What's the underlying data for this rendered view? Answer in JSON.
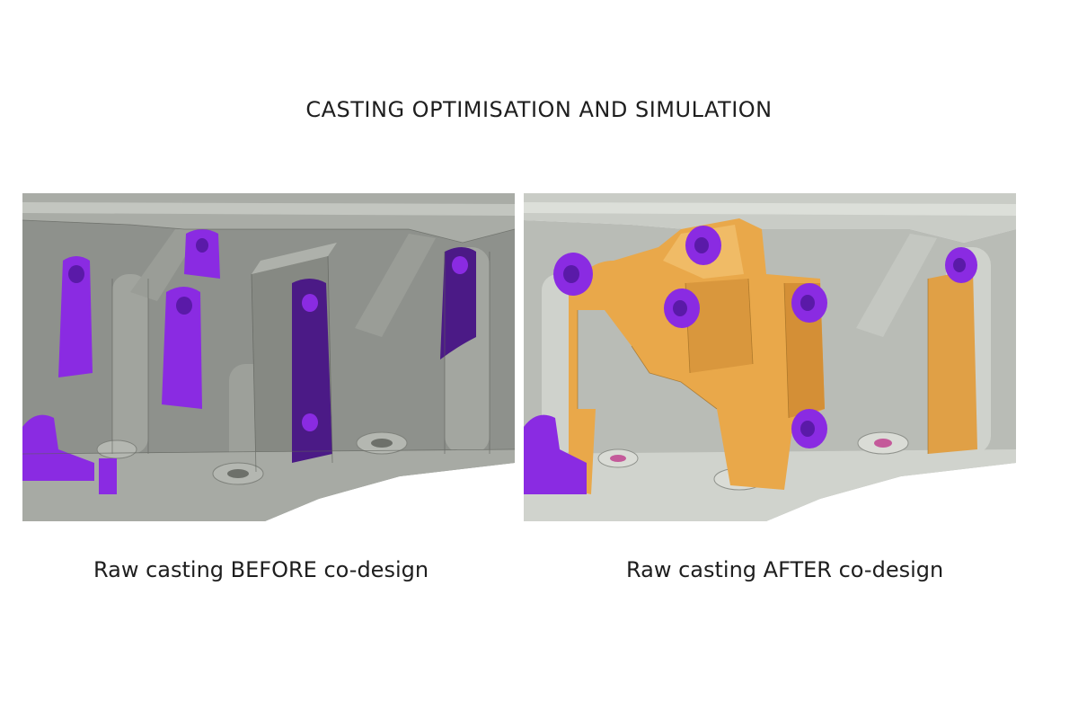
{
  "page": {
    "title": "CASTING OPTIMISATION AND SIMULATION"
  },
  "panels": [
    {
      "caption": "Raw casting BEFORE co-design"
    },
    {
      "caption": "Raw casting AFTER co-design"
    }
  ],
  "colors": {
    "casting_body": "#8e918c",
    "casting_light": "#b9bcb6",
    "highlight_purple": "#8a2be2",
    "highlight_dark_purple": "#4b1a86",
    "codesign_orange": "#e9a84a",
    "background": "#ffffff"
  }
}
